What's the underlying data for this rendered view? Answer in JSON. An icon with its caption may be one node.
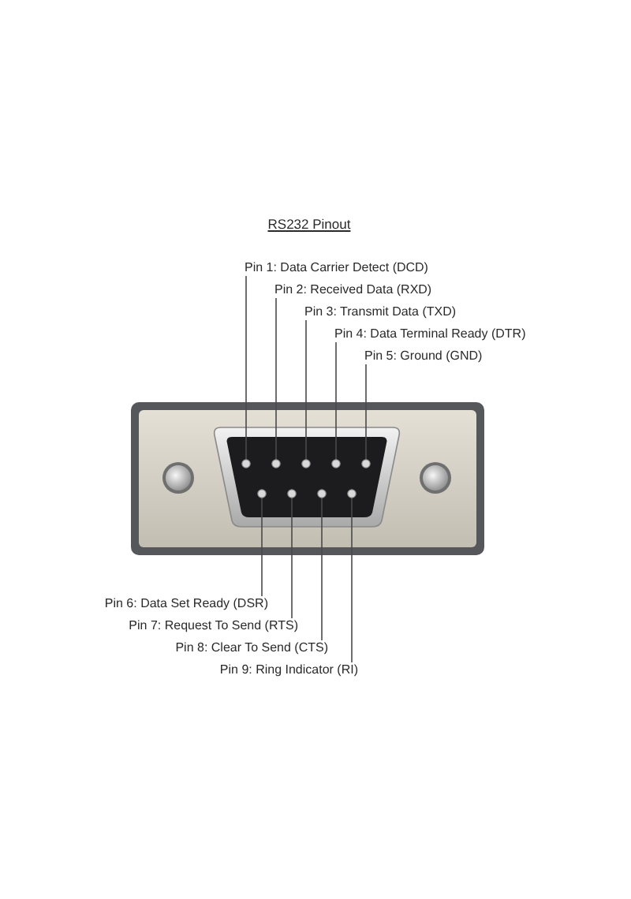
{
  "diagram": {
    "title": "RS232 Pinout",
    "nodes": [
      {
        "text": [
          "Pin 1: Data Carrier Detect (DCD)"
        ]
      },
      {
        "text": [
          "Pin 2: Received Data (RXD)"
        ]
      },
      {
        "text": [
          "Pin 3: Transmit Data (TXD)"
        ]
      },
      {
        "text": [
          "Pin 4: Data Terminal Ready (DTR)"
        ]
      },
      {
        "text": [
          "Pin 5: Ground (GND)"
        ]
      },
      {
        "text": [],
        "shape": "circle"
      },
      {
        "text": [],
        "shape": "circle"
      },
      {
        "text": [],
        "shape": "circle"
      },
      {
        "text": [],
        "shape": "circle"
      },
      {
        "text": [],
        "shape": "circle"
      },
      {
        "text": [],
        "shape": "circle"
      },
      {
        "text": [],
        "shape": "circle"
      },
      {
        "text": [],
        "shape": "circle"
      },
      {
        "text": [],
        "shape": "circle"
      },
      {
        "text": [
          "Pin 6: Data Set Ready (DSR)"
        ]
      },
      {
        "text": [
          "Pin 7: Request To Send (RTS)"
        ]
      },
      {
        "text": [
          "Pin 8: Clear To Send (CTS)"
        ]
      },
      {
        "text": [
          "Pin 9: Ring Indicator (RI)"
        ]
      }
    ],
    "edges": [
      {
        "from": 0,
        "to": 5,
        "arrow": "none"
      },
      {
        "from": 1,
        "to": 6,
        "arrow": "none"
      },
      {
        "from": 2,
        "to": 7,
        "arrow": "none"
      },
      {
        "from": 3,
        "to": 8,
        "arrow": "none"
      },
      {
        "from": 4,
        "to": 9,
        "arrow": "none"
      },
      {
        "from": 14,
        "to": 10,
        "arrow": "none"
      },
      {
        "from": 15,
        "to": 11,
        "arrow": "none"
      },
      {
        "from": 16,
        "to": 12,
        "arrow": "none"
      },
      {
        "from": 17,
        "to": 13,
        "arrow": "none"
      }
    ]
  }
}
